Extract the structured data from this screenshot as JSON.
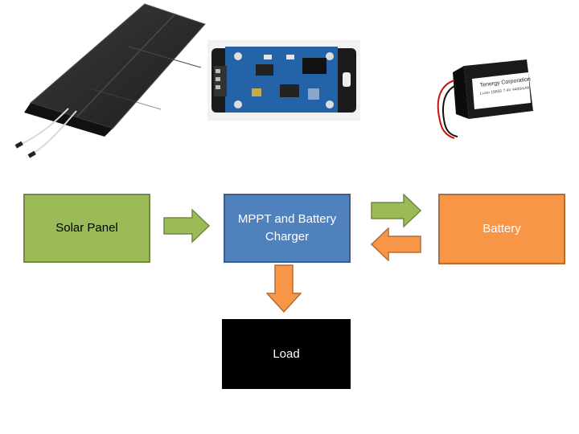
{
  "blocks": {
    "solar_panel": "Solar Panel",
    "mppt_line1": "MPPT and Battery",
    "mppt_line2": "Charger",
    "battery": "Battery",
    "load": "Load"
  },
  "battery_photo_label": {
    "line1": "Tenergy Corporation",
    "line2": "Li-ion 18650 7.4V 4400mAh"
  },
  "colors": {
    "solar_fill": "#9bbb59",
    "solar_border": "#71893f",
    "mppt_fill": "#4f81bd",
    "mppt_border": "#385d8a",
    "battery_fill": "#f79646",
    "battery_border": "#b66d31",
    "load_fill": "#000000",
    "arrow_green": "#9bbb59",
    "arrow_orange": "#f79646"
  },
  "icons": [
    "solar-panel-photo",
    "mppt-board-photo",
    "battery-pack-photo"
  ]
}
